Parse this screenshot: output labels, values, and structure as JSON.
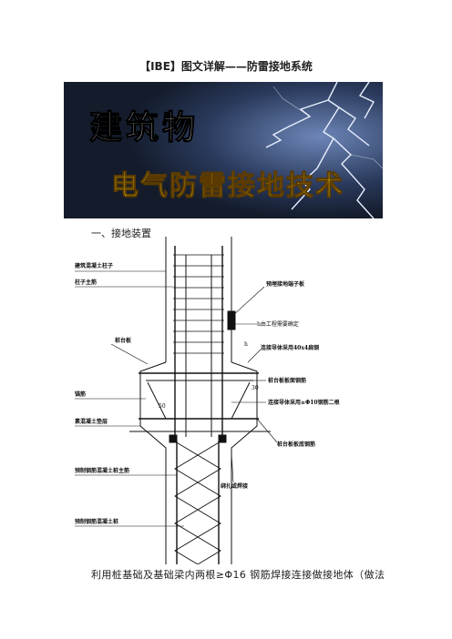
{
  "document": {
    "title": "【IBE】图文详解——防雷接地系统",
    "section_heading": "一、接地装置",
    "body_text": "利用桩基础及基础梁内两根≥Φ16 钢筋焊接连接做接地体（做法"
  },
  "banner": {
    "line1": "建筑物",
    "line2": "电气防雷接地技术",
    "colors": {
      "background": "#1a2436",
      "line1": "#ffffff",
      "line2": "#f5d400",
      "lightning": "#e8f0ff"
    }
  },
  "diagram": {
    "labels": {
      "column": "建筑混凝土柱子",
      "column_main_bar": "柱子主筋",
      "pile_cap": "桩台板",
      "anchor_bar": "锚筋",
      "plain_concrete_pad": "素混凝土垫层",
      "pile_main_bar": "预制钢筋混凝土桩主筋",
      "precast_pile": "预制钢筋混凝土桩",
      "terminal_plate": "预埋接地端子板",
      "h_note": "h由工程需要确定",
      "flat_steel": "连接导体采用40x4扁钢",
      "top_rebar": "桩台板板面钢筋",
      "round_bar": "连接导体采用≥Φ10钢筋二根",
      "bottom_rebar": "桩台板板底钢筋",
      "bind_weld": "绑扎或焊接",
      "h_mark": "h",
      "dim_mark": "30",
      "angle_mark": "50"
    }
  }
}
